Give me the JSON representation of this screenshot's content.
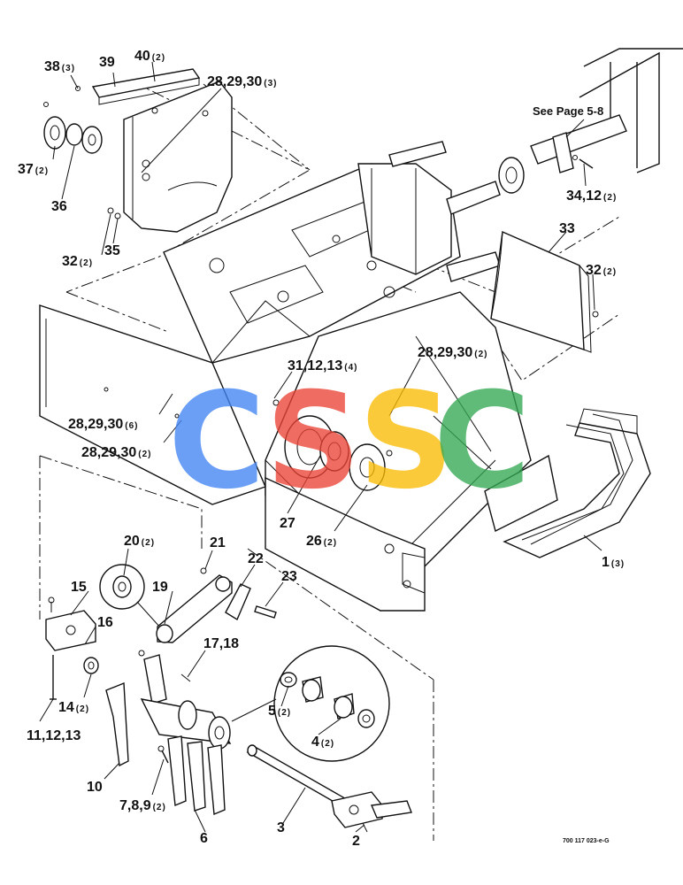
{
  "callouts": {
    "c38": {
      "num": "38",
      "qty": "(3)"
    },
    "c39": {
      "num": "39",
      "qty": ""
    },
    "c40": {
      "num": "40",
      "qty": "(2)"
    },
    "c282930_3": {
      "num": "28,29,30",
      "qty": "(3)"
    },
    "c37": {
      "num": "37",
      "qty": "(2)"
    },
    "c36": {
      "num": "36",
      "qty": ""
    },
    "c32_top": {
      "num": "32",
      "qty": "(2)"
    },
    "c35": {
      "num": "35",
      "qty": ""
    },
    "c3412": {
      "num": "34,12",
      "qty": "(2)"
    },
    "c33": {
      "num": "33",
      "qty": ""
    },
    "c32_right": {
      "num": "32",
      "qty": "(2)"
    },
    "c282930_2a": {
      "num": "28,29,30",
      "qty": "(2)"
    },
    "c311213": {
      "num": "31,12,13",
      "qty": "(4)"
    },
    "c282930_6": {
      "num": "28,29,30",
      "qty": "(6)"
    },
    "c282930_2b": {
      "num": "28,29,30",
      "qty": "(2)"
    },
    "c27": {
      "num": "27",
      "qty": ""
    },
    "c26": {
      "num": "26",
      "qty": "(2)"
    },
    "c1": {
      "num": "1",
      "qty": "(3)"
    },
    "c20": {
      "num": "20",
      "qty": "(2)"
    },
    "c21": {
      "num": "21",
      "qty": ""
    },
    "c22": {
      "num": "22",
      "qty": ""
    },
    "c23": {
      "num": "23",
      "qty": ""
    },
    "c15": {
      "num": "15",
      "qty": ""
    },
    "c19": {
      "num": "19",
      "qty": ""
    },
    "c16": {
      "num": "16",
      "qty": ""
    },
    "c1718": {
      "num": "17,18",
      "qty": ""
    },
    "c14": {
      "num": "14",
      "qty": "(2)"
    },
    "c5": {
      "num": "5",
      "qty": "(2)"
    },
    "c4": {
      "num": "4",
      "qty": "(2)"
    },
    "c111213": {
      "num": "11,12,13",
      "qty": ""
    },
    "c10": {
      "num": "10",
      "qty": ""
    },
    "c789": {
      "num": "7,8,9",
      "qty": "(2)"
    },
    "c6": {
      "num": "6",
      "qty": ""
    },
    "c3": {
      "num": "3",
      "qty": ""
    },
    "c2": {
      "num": "2",
      "qty": ""
    }
  },
  "see_page": "See Page 5-8",
  "figure_number": "700 117 023-e-G",
  "watermark": {
    "letters": [
      "C",
      "S",
      "S",
      "C"
    ],
    "colors": [
      "#4285F4",
      "#EA4335",
      "#FBBC05",
      "#34A853"
    ]
  }
}
